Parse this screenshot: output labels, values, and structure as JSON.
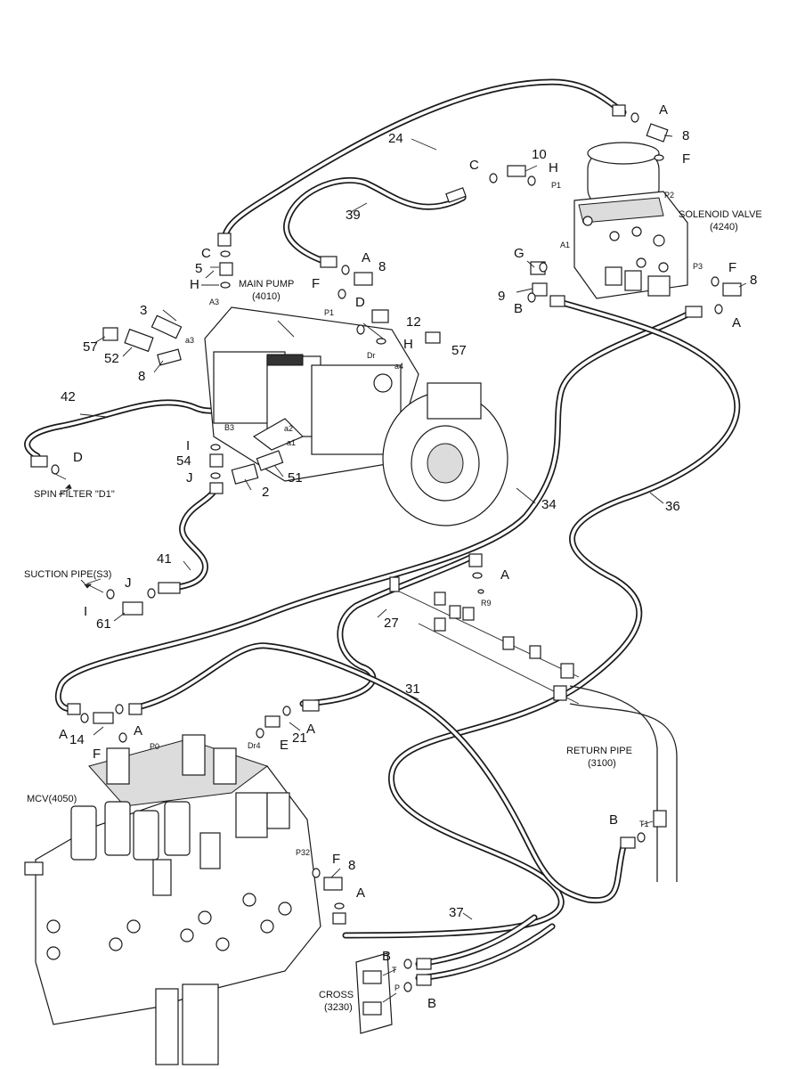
{
  "components": {
    "main_pump": "MAIN PUMP",
    "main_pump_code": "(4010)",
    "solenoid_valve": "SOLENOID VALVE",
    "solenoid_valve_code": "(4240)",
    "mcv": "MCV(4050)",
    "return_pipe": "RETURN PIPE",
    "return_pipe_code": "(3100)",
    "cross": "CROSS",
    "cross_code": "(3230)",
    "spin_filter": "SPIN FILTER \"D1\"",
    "suction_pipe": "SUCTION PIPE(S3)"
  },
  "ports": {
    "p1_valve": "P1",
    "p2_valve": "P2",
    "a1_valve": "A1",
    "p3_valve": "P3",
    "a3_pump": "A3",
    "p1_pump": "P1",
    "a3_small": "a3",
    "dr_pump": "Dr",
    "a4_pump": "a4",
    "b3_pump": "B3",
    "a2_pump": "a2",
    "a1_pump": "a1",
    "r9": "R9",
    "p0": "P0",
    "dr4": "Dr4",
    "p32": "P32",
    "t1": "T1",
    "t_cross": "T",
    "p_cross": "P"
  },
  "part_numbers": {
    "n24": "24",
    "n39": "39",
    "n10": "10",
    "n8a": "8",
    "n8b": "8",
    "n8c": "8",
    "n8d": "8",
    "n8e": "8",
    "n5": "5",
    "n9": "9",
    "n12": "12",
    "n3": "3",
    "n57a": "57",
    "n57b": "57",
    "n52": "52",
    "n42": "42",
    "n54": "54",
    "n2": "2",
    "n51": "51",
    "n34": "34",
    "n36": "36",
    "n41": "41",
    "n61": "61",
    "n27": "27",
    "n31": "31",
    "n14": "14",
    "n21": "21",
    "n37": "37"
  },
  "letters": {
    "a1": "A",
    "a2": "A",
    "a3": "A",
    "a4": "A",
    "a5": "A",
    "a6": "A",
    "a7": "A",
    "a8": "A",
    "c1": "C",
    "c2": "C",
    "h1": "H",
    "h2": "H",
    "h3": "H",
    "f1": "F",
    "f2": "F",
    "f3": "F",
    "f4": "F",
    "f5": "F",
    "d1": "D",
    "d2": "D",
    "g1": "G",
    "b1": "B",
    "b2": "B",
    "b3": "B",
    "b4": "B",
    "i1": "I",
    "i2": "I",
    "j1": "J",
    "j2": "J",
    "e1": "E"
  }
}
